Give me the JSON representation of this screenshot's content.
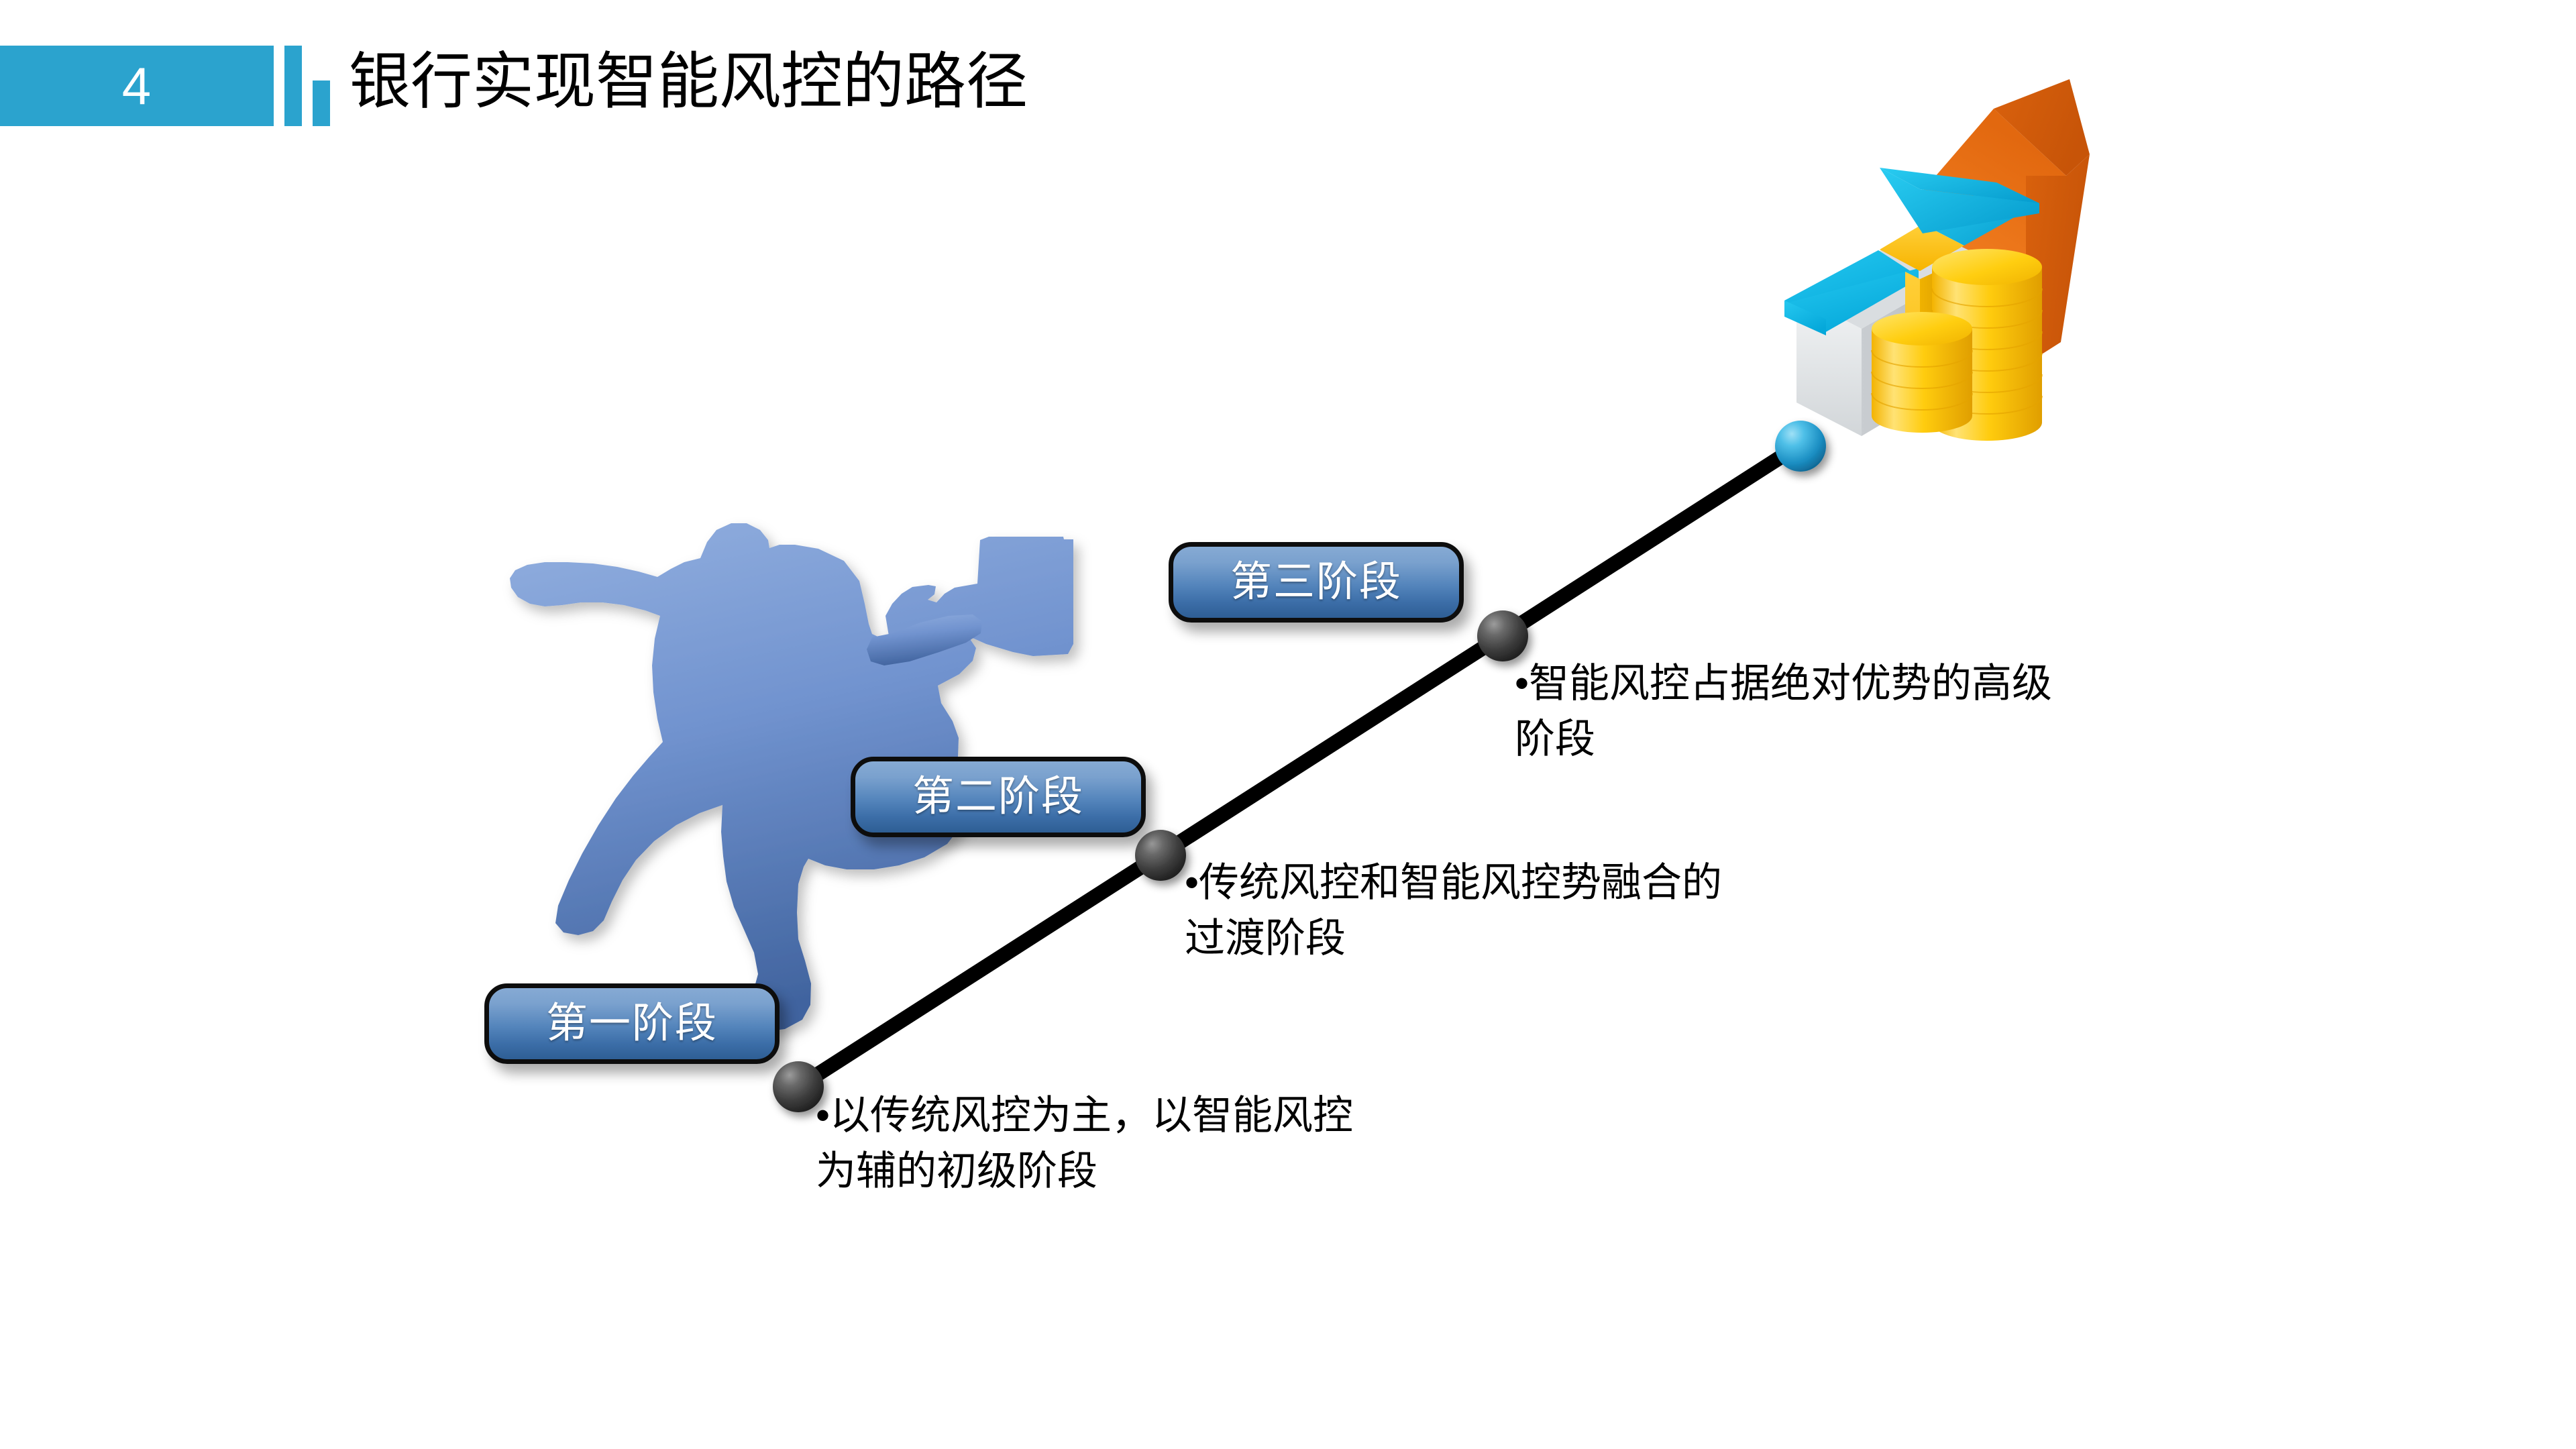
{
  "slide": {
    "number": "4",
    "title": "银行实现智能风控的路径",
    "accent_color": "#2BA3CE",
    "background_color": "#FFFFFF"
  },
  "stages": [
    {
      "badge_label": "第一阶段",
      "description": "•以传统风控为主，以智能风控\n为辅的初级阶段",
      "node_color": "#4A4A4A"
    },
    {
      "badge_label": "第二阶段",
      "description": "•传统风控和智能风控势融合的\n过渡阶段",
      "node_color": "#4A4A4A"
    },
    {
      "badge_label": "第三阶段",
      "description": "•智能风控占据绝对优势的高级\n阶段",
      "node_color": "#4A4A4A"
    }
  ],
  "graphics": {
    "path_line_color": "#000000",
    "summit_node_color": "#2EA9DC",
    "climber_gradient_top": "#8BA9DC",
    "climber_gradient_bottom": "#4A6FBF",
    "house_roof_color": "#22BDE8",
    "house_ribbon_color": "#FFC617",
    "house_wall_color": "#E2E5E7",
    "coin_color": "#FFD21A",
    "arrow_color": "#EE7B21"
  }
}
